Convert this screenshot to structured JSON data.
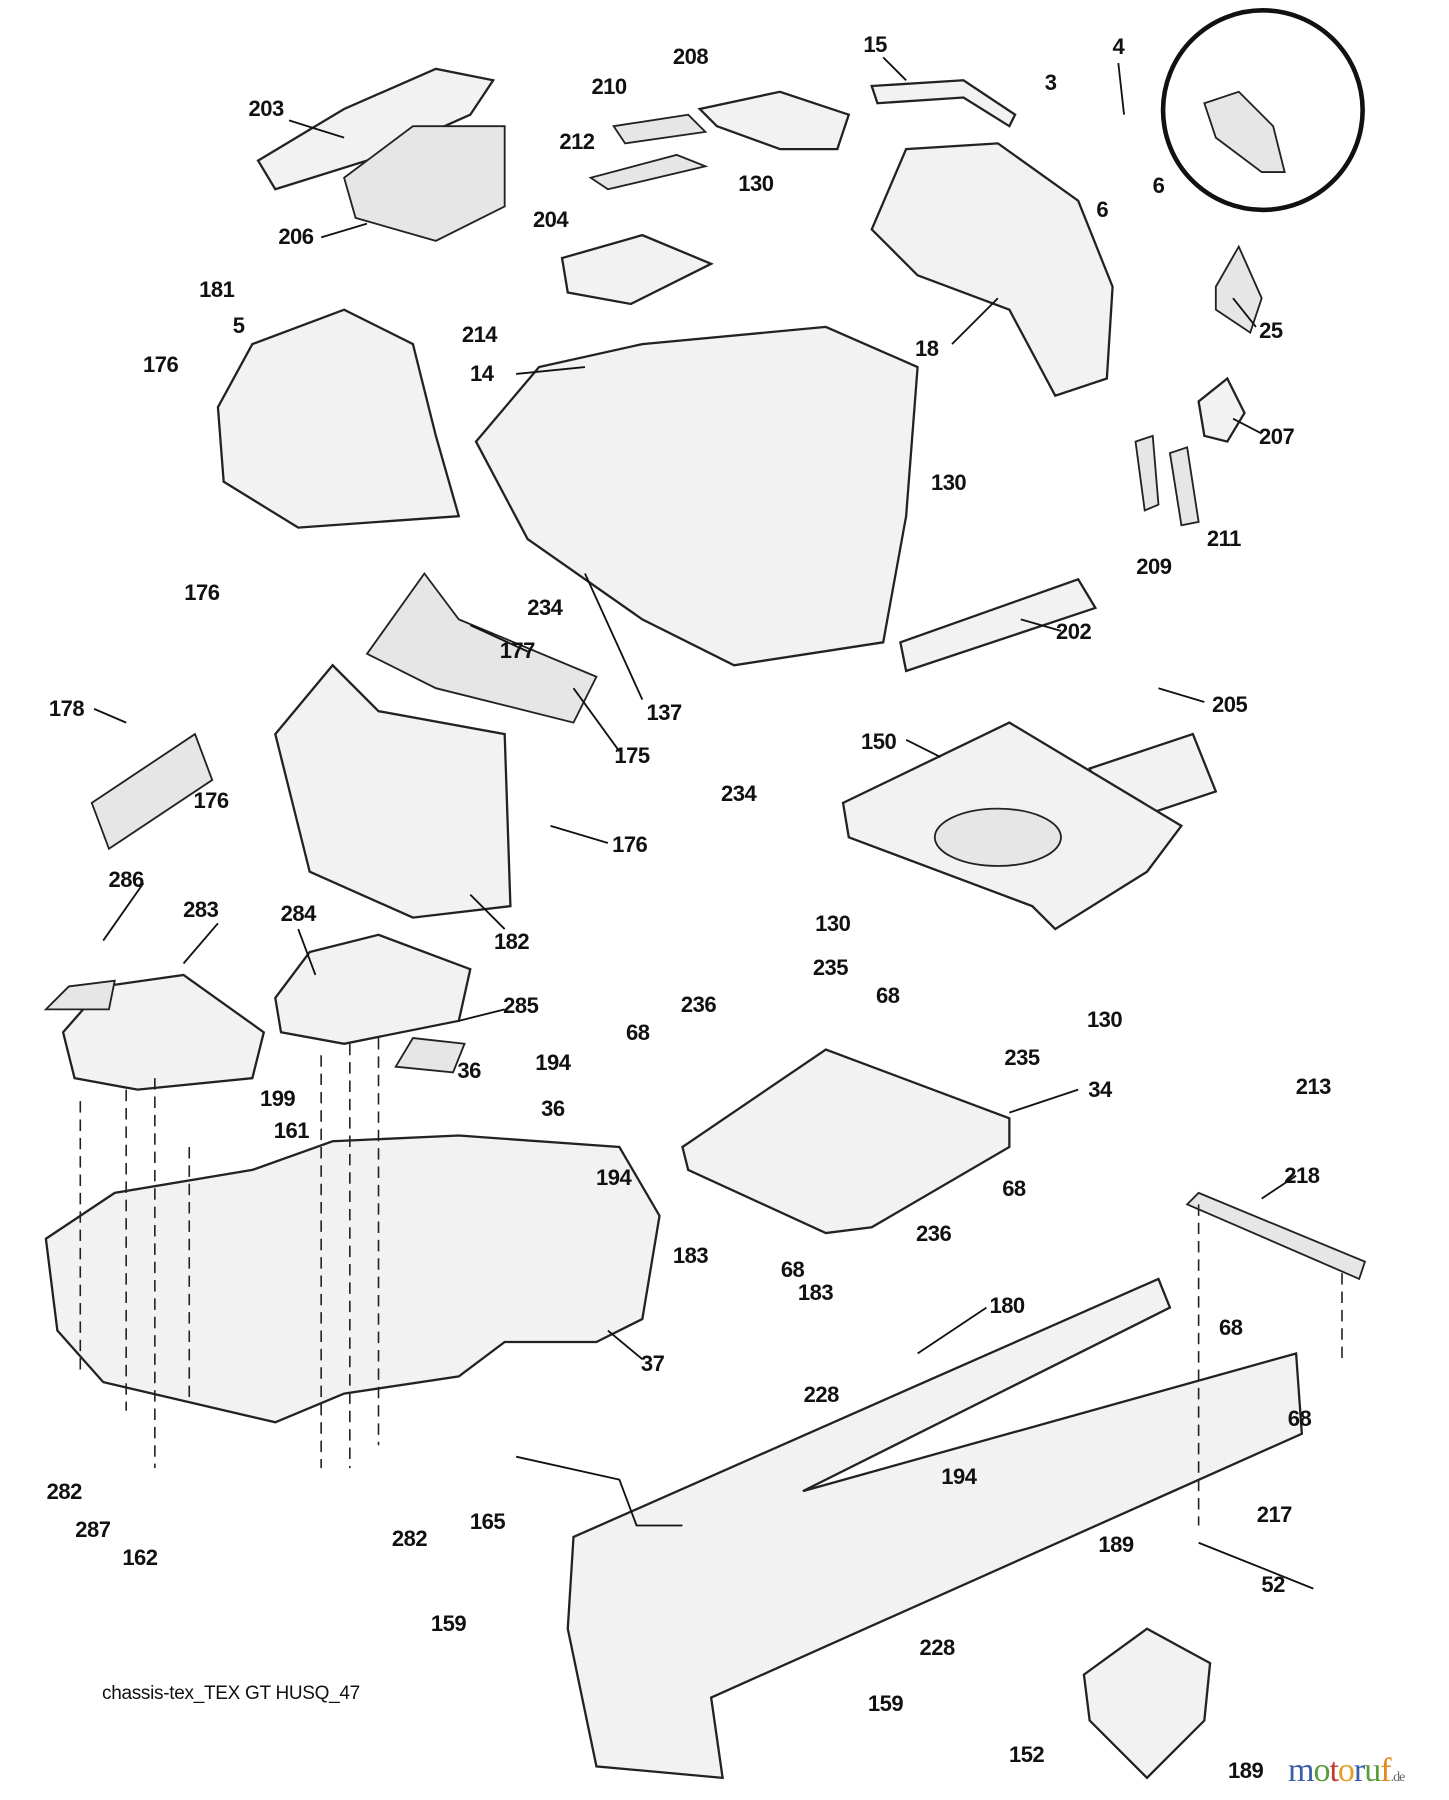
{
  "diagram": {
    "caption": "chassis-tex_TEX GT HUSQ_47",
    "labels": [
      "203",
      "206",
      "210",
      "208",
      "212",
      "204",
      "15",
      "3",
      "4",
      "6",
      "6",
      "130",
      "181",
      "5",
      "176",
      "214",
      "14",
      "18",
      "25",
      "130",
      "207",
      "209",
      "211",
      "176",
      "177",
      "234",
      "202",
      "137",
      "178",
      "175",
      "205",
      "234",
      "150",
      "176",
      "176",
      "182",
      "130",
      "130",
      "286",
      "283",
      "284",
      "285",
      "235",
      "68",
      "236",
      "68",
      "36",
      "194",
      "235",
      "34",
      "199",
      "36",
      "161",
      "194",
      "213",
      "218",
      "68",
      "236",
      "183",
      "68",
      "183",
      "37",
      "180",
      "68",
      "68",
      "228",
      "282",
      "287",
      "162",
      "282",
      "194",
      "165",
      "217",
      "189",
      "52",
      "159",
      "228",
      "159",
      "152",
      "189"
    ]
  },
  "watermark": {
    "letters": [
      "m",
      "o",
      "t",
      "o",
      "r",
      "u",
      "f"
    ],
    "letter_colors": [
      "#3a5fa8",
      "#5a9b3c",
      "#c23a2c",
      "#e0a020",
      "#3a5fa8",
      "#5a9b3c",
      "#e08a20"
    ],
    "tld": ".de"
  }
}
